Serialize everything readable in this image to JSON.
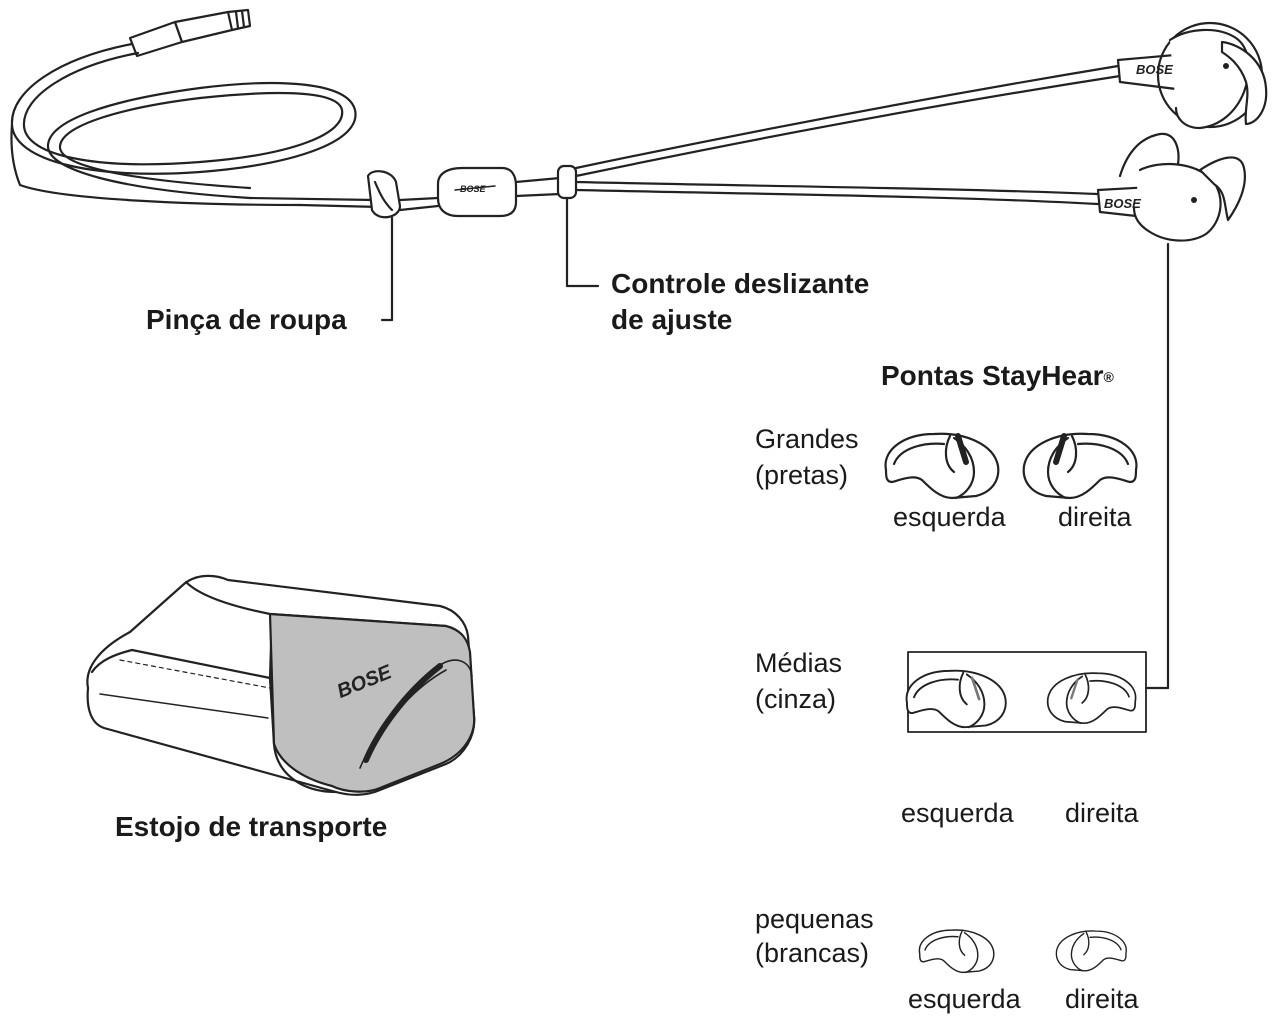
{
  "labels": {
    "clip": "Pinça de roupa",
    "slider_line1": "Controle deslizante",
    "slider_line2": "de ajuste",
    "tips_title": "Pontas StayHear",
    "tips_title_mark": "®",
    "case": "Estojo de transporte"
  },
  "sizes": [
    {
      "line1": "Grandes",
      "line2": "(pretas)",
      "left": "esquerda",
      "right": "direita"
    },
    {
      "line1": "Médias",
      "line2": "(cinza)",
      "left": "esquerda",
      "right": "direita"
    },
    {
      "line1": "pequenas",
      "line2": "(brancas)",
      "left": "esquerda",
      "right": "direita"
    }
  ],
  "brand": "BOSE"
}
